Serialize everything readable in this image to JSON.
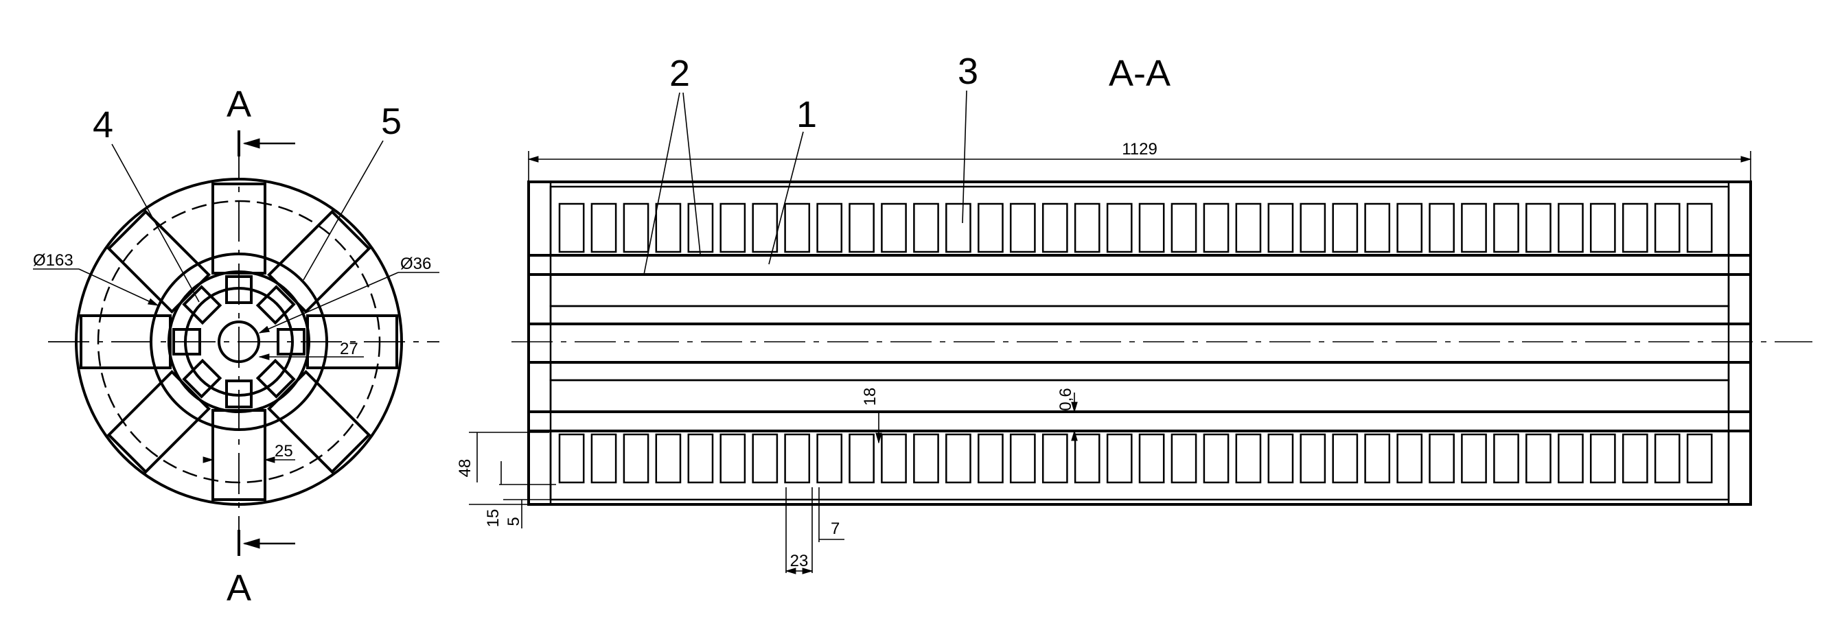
{
  "section_title": "A-A",
  "section_marker": "A",
  "callouts": [
    "1",
    "2",
    "3",
    "4",
    "5"
  ],
  "dimensions": {
    "overall_length": "1129",
    "outer_diameter": "Ø163",
    "inner_diameter": "Ø36",
    "radial_27": "27",
    "width_25": "25",
    "height_48": "48",
    "gap_15": "15",
    "gap_5": "5",
    "pitch_23": "23",
    "gap_7": "7",
    "thickness_18": "18",
    "thickness_6": "0,6"
  },
  "tooth_count": 36
}
